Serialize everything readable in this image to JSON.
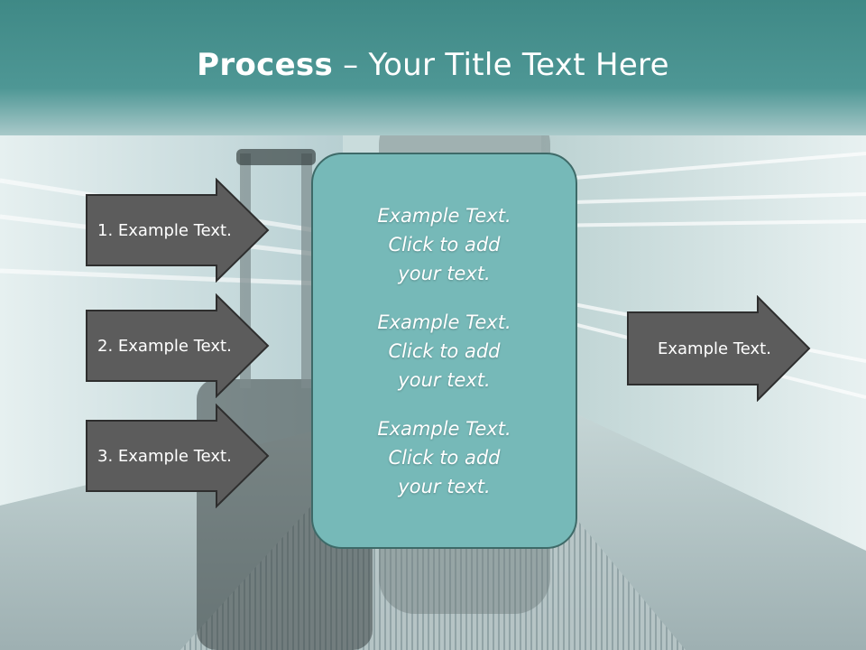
{
  "title": {
    "bold": "Process",
    "rest": " – Your Title Text Here"
  },
  "left_arrows": [
    {
      "label": "1. Example Text."
    },
    {
      "label": "2. Example Text."
    },
    {
      "label": "3. Example Text."
    }
  ],
  "right_arrow": {
    "label": "Example Text."
  },
  "center_blocks": [
    {
      "line1": "Example Text.",
      "line2": "Click  to add",
      "line3": "your text."
    },
    {
      "line1": "Example Text.",
      "line2": "Click  to add",
      "line3": "your text."
    },
    {
      "line1": "Example Text.",
      "line2": "Click  to add",
      "line3": "your text."
    }
  ],
  "colors": {
    "header_teal": "#3f8a88",
    "arrow_fill": "#5c5c5c",
    "box_fill": "#76b9b8"
  }
}
